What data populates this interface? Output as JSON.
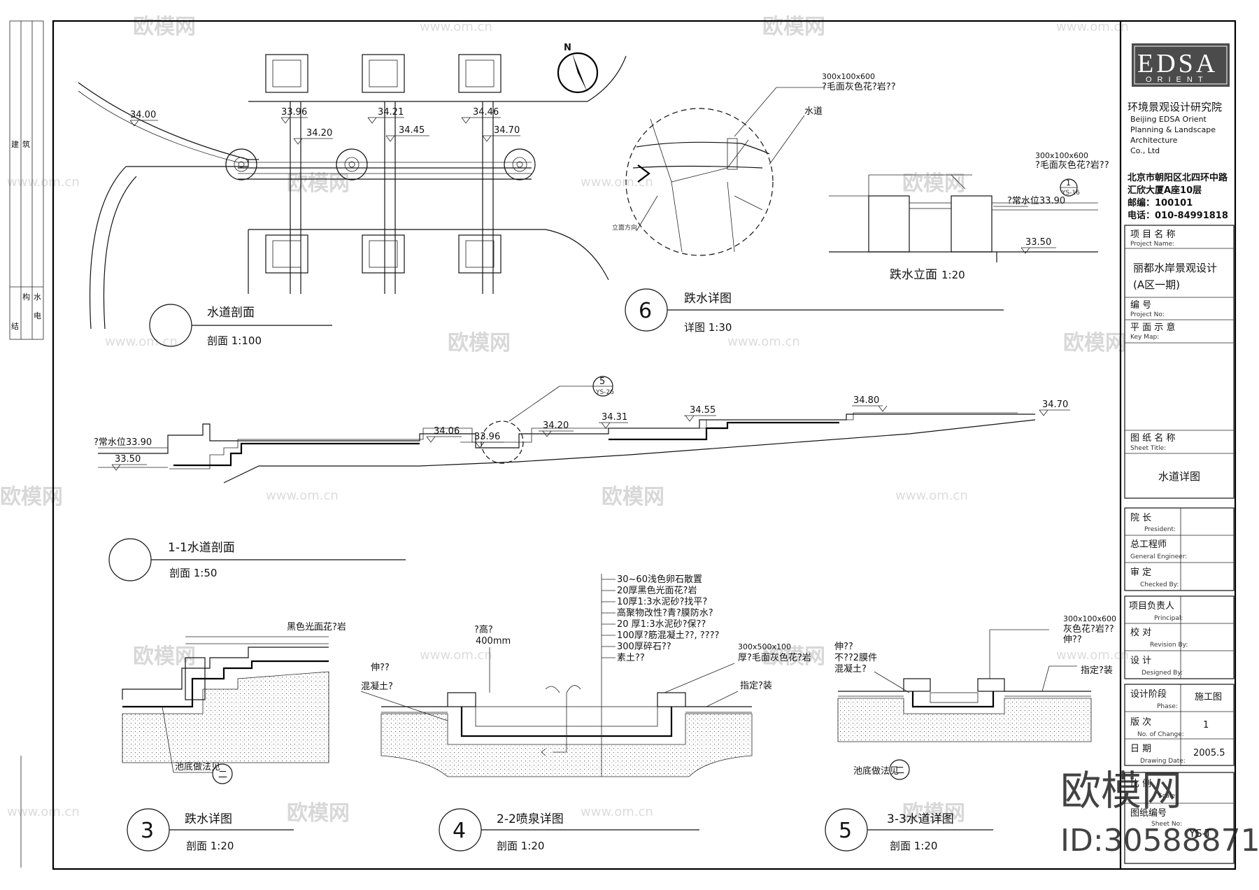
{
  "watermarks": {
    "brand": "欧模网",
    "site": "www.om.cn",
    "big_brand": "欧模网",
    "big_id": "ID:30588871"
  },
  "left_strip": {
    "labels": [
      "建",
      "筑",
      "结",
      "构",
      "水",
      "电"
    ]
  },
  "plan": {
    "elevations": [
      "34.00",
      "33.96",
      "34.20",
      "34.21",
      "34.45",
      "34.46",
      "34.70"
    ],
    "title": "水道剖面",
    "scale": "剖面 1:100",
    "north": "N"
  },
  "detail6": {
    "label_top": "300x100x600",
    "label_top2": "?毛面灰色花?岩??",
    "label_water": "水道",
    "label_dir": "立面方向",
    "num": "6",
    "title": "跌水详图",
    "scale": "详图 1:30"
  },
  "elev": {
    "label1": "300x100x600",
    "label2": "?毛面灰色花?岩??",
    "level_top": "?常水位33.90",
    "level_bottom": "33.50",
    "ref": "1",
    "ref2": "YS-16",
    "title": "跌水立面",
    "scale": "1:20"
  },
  "section11": {
    "elevations": [
      "34.06",
      "33.96",
      "34.20",
      "34.31",
      "34.55",
      "34.80",
      "34.70"
    ],
    "level_water": "?常水位33.90",
    "level_base": "33.50",
    "callout_num": "5",
    "callout_ref": "YS-26",
    "title": "1-1水道剖面",
    "scale": "剖面 1:50"
  },
  "detail3": {
    "num": "3",
    "label_top": "黑色光面花?岩",
    "label_bottom": "池底做法见",
    "ref_num": "二",
    "title": "跌水详图",
    "scale": "剖面 1:20"
  },
  "detail4": {
    "num": "4",
    "layers": [
      "30~60浅色卵石散置",
      "20厚黑色光面花?岩",
      "10厚1:3水泥砂?找平?",
      "高聚物改性?青?膜防水?",
      "20 厚1:3水泥砂?保??",
      "100厚?筋混凝土??, ????",
      "300厚碎石??",
      "素土??"
    ],
    "label_height": "?高?",
    "label_height2": "400mm",
    "label_left1": "伸??",
    "label_left2": "混凝土?",
    "label_right1": "300x500x100",
    "label_right2": "厚?毛面灰色花?岩",
    "label_right3": "指定?装",
    "title": "2-2喷泉详图",
    "scale": "剖面 1:20"
  },
  "detail5": {
    "num": "5",
    "label1": "300x100x600",
    "label2": "灰色花?岩??",
    "label3": "伸??",
    "label_left1": "伸??",
    "label_left2": "不??2膜件",
    "label_left3": "混凝土?",
    "label_right": "指定?装",
    "label_bottom": "池底做法见",
    "ref_num": "二",
    "title": "3-3水道详图",
    "scale": "剖面 1:20"
  },
  "titleblock": {
    "logo_main": "EDSA",
    "logo_sub": "ORIENT",
    "institute": "环境景观设计研究院",
    "en1": "Beijing EDSA Orient",
    "en2": "Planning & Landscape",
    "en3": "Architecture",
    "en4": "Co., Ltd",
    "addr1": "北京市朝阳区北四环中路",
    "addr2": "汇欣大厦A座10层",
    "post": "邮编：100101",
    "tel": "电话：010-84991818",
    "project_label": "项 目 名 称",
    "project_label_en": "Project  Name:",
    "project_name1": "丽都水岸景观设计",
    "project_name2": "(A区一期)",
    "no_label": "编 号",
    "no_label_en": "Project No:",
    "plan_label": "平 面 示 意",
    "plan_label_en": "Key  Map:",
    "sheet_label": "图 纸 名 称",
    "sheet_label_en": "Sheet   Title:",
    "sheet_title": "水道详图",
    "rows": [
      {
        "cn": "院    长",
        "en": "President:"
      },
      {
        "cn": "总工程师",
        "en": "General Engineer:"
      },
      {
        "cn": "审    定",
        "en": "Checked  By:"
      },
      {
        "cn": "项目负责人",
        "en": "Principal:"
      },
      {
        "cn": "校    对",
        "en": "Revision By:"
      },
      {
        "cn": "设    计",
        "en": "Designed By:"
      }
    ],
    "phase_label": "设计阶段",
    "phase_en": "Phase:",
    "phase_value": "施工图",
    "version_label": "版    次",
    "version_en": "No. of Change:",
    "version_value": "1",
    "date_label": "日    期",
    "date_en": "Drawing Date:",
    "date_value": "2005.5",
    "scale_label": "比    例",
    "scale_en": "Scale:",
    "sheetno_label": "图纸编号",
    "sheetno_en": "Sheet No:",
    "sheetno_value": "YS-T"
  }
}
